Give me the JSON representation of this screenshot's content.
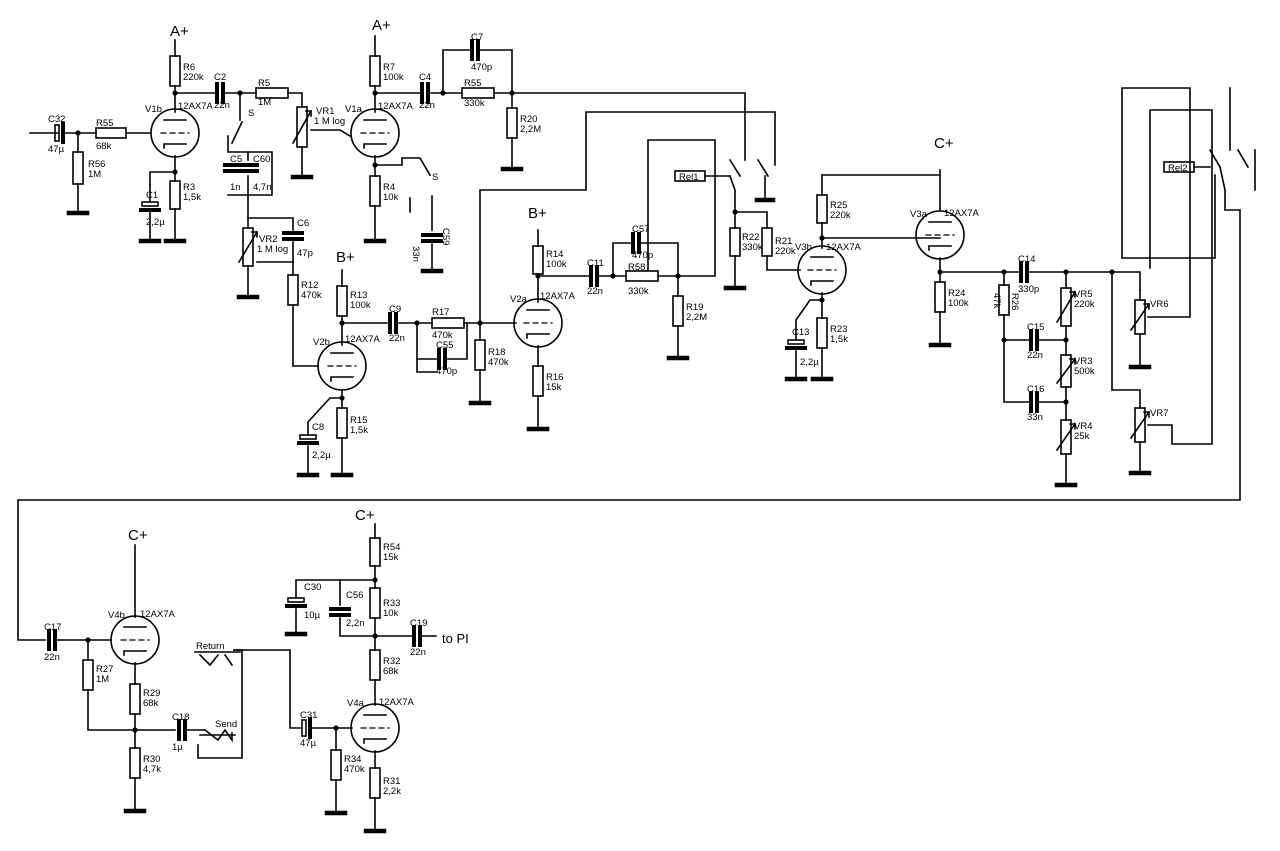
{
  "rails": {
    "a_plus": "A+",
    "b_plus": "B+",
    "c_plus": "C+",
    "output": "to PI"
  },
  "tubes": [
    {
      "ref": "V1b",
      "type": "12AX7A"
    },
    {
      "ref": "V1a",
      "type": "12AX7A"
    },
    {
      "ref": "V2b",
      "type": "12AX7A"
    },
    {
      "ref": "V2a",
      "type": "12AX7A"
    },
    {
      "ref": "V3b",
      "type": "12AX7A"
    },
    {
      "ref": "V3a",
      "type": "12AX7A"
    },
    {
      "ref": "V4b",
      "type": "12AX7A"
    },
    {
      "ref": "V4a",
      "type": "12AX7A"
    }
  ],
  "resistors": [
    {
      "ref": "R55",
      "value": "68k"
    },
    {
      "ref": "R56",
      "value": "1M"
    },
    {
      "ref": "R6",
      "value": "220k"
    },
    {
      "ref": "R3",
      "value": "1,5k"
    },
    {
      "ref": "R5",
      "value": "1M"
    },
    {
      "ref": "R7",
      "value": "100k"
    },
    {
      "ref": "R4",
      "value": "10k"
    },
    {
      "ref": "R55",
      "value": "330k"
    },
    {
      "ref": "R20",
      "value": "2,2M"
    },
    {
      "ref": "R12",
      "value": "470k"
    },
    {
      "ref": "R13",
      "value": "100k"
    },
    {
      "ref": "R15",
      "value": "1,5k"
    },
    {
      "ref": "R17",
      "value": "470k"
    },
    {
      "ref": "R18",
      "value": "470k"
    },
    {
      "ref": "R14",
      "value": "100k"
    },
    {
      "ref": "R16",
      "value": "15k"
    },
    {
      "ref": "R58",
      "value": "330k"
    },
    {
      "ref": "R19",
      "value": "2,2M"
    },
    {
      "ref": "R22",
      "value": "330k"
    },
    {
      "ref": "R21",
      "value": "220k"
    },
    {
      "ref": "R25",
      "value": "220k"
    },
    {
      "ref": "R23",
      "value": "1,5k"
    },
    {
      "ref": "R24",
      "value": "100k"
    },
    {
      "ref": "R26",
      "value": "47k"
    },
    {
      "ref": "R27",
      "value": "1M"
    },
    {
      "ref": "R29",
      "value": "68k"
    },
    {
      "ref": "R30",
      "value": "4,7k"
    },
    {
      "ref": "R54",
      "value": "15k"
    },
    {
      "ref": "R33",
      "value": "10k"
    },
    {
      "ref": "R32",
      "value": "68k"
    },
    {
      "ref": "R34",
      "value": "470k"
    },
    {
      "ref": "R31",
      "value": "2,2k"
    }
  ],
  "capacitors": [
    {
      "ref": "C32",
      "value": "47µ"
    },
    {
      "ref": "C2",
      "value": "22n"
    },
    {
      "ref": "C1",
      "value": "2,2µ"
    },
    {
      "ref": "C5",
      "value": "1n"
    },
    {
      "ref": "C60",
      "value": "4,7n"
    },
    {
      "ref": "C6",
      "value": "47p"
    },
    {
      "ref": "C4",
      "value": "22n"
    },
    {
      "ref": "C7",
      "value": "470p"
    },
    {
      "ref": "C59",
      "value": "33n"
    },
    {
      "ref": "C8",
      "value": "2,2µ"
    },
    {
      "ref": "C9",
      "value": "22n"
    },
    {
      "ref": "C55",
      "value": "470p"
    },
    {
      "ref": "C11",
      "value": "22n"
    },
    {
      "ref": "C57",
      "value": "470p"
    },
    {
      "ref": "C13",
      "value": "2,2µ"
    },
    {
      "ref": "C14",
      "value": "330p"
    },
    {
      "ref": "C15",
      "value": "22n"
    },
    {
      "ref": "C16",
      "value": "33n"
    },
    {
      "ref": "C17",
      "value": "22n"
    },
    {
      "ref": "C18",
      "value": "1µ"
    },
    {
      "ref": "C30",
      "value": "10µ"
    },
    {
      "ref": "C56",
      "value": "2,2n"
    },
    {
      "ref": "C19",
      "value": "22n"
    },
    {
      "ref": "C31",
      "value": "47µ"
    }
  ],
  "pots": [
    {
      "ref": "VR1",
      "value": "1 M log"
    },
    {
      "ref": "VR2",
      "value": "1 M log"
    },
    {
      "ref": "VR5",
      "value": "220k"
    },
    {
      "ref": "VR3",
      "value": "500k"
    },
    {
      "ref": "VR4",
      "value": "25k"
    },
    {
      "ref": "VR6",
      "value": ""
    },
    {
      "ref": "VR7",
      "value": ""
    }
  ],
  "relays": [
    "Rel1",
    "Rel2"
  ],
  "switch_label": "S",
  "jacks": {
    "return": "Return",
    "send": "Send"
  }
}
